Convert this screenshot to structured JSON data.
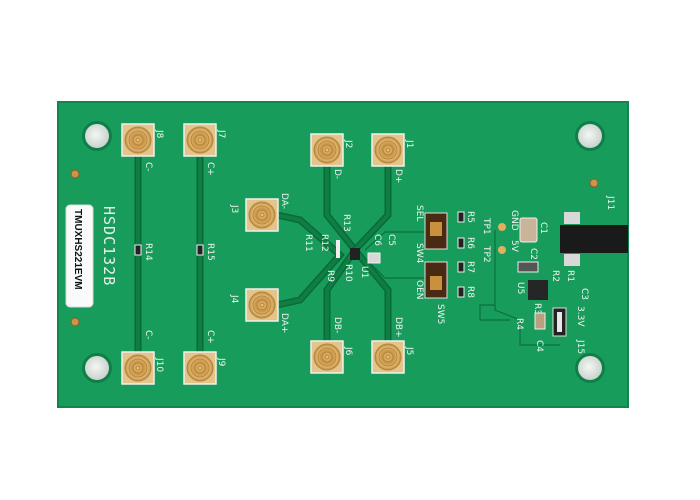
{
  "board": {
    "name_label": "TMUXHS221EVM",
    "part_number": "HSDC132B",
    "colors": {
      "pcb": "#179c5b",
      "gold": "#d6a85a",
      "silk": "#f2f5f2"
    }
  },
  "connectors": [
    {
      "ref": "J8",
      "net": "C-"
    },
    {
      "ref": "J7",
      "net": "C+"
    },
    {
      "ref": "J2",
      "net": "D-"
    },
    {
      "ref": "J1",
      "net": "D+"
    },
    {
      "ref": "J3",
      "net": "DA-"
    },
    {
      "ref": "J4",
      "net": "DA+"
    },
    {
      "ref": "J10",
      "net": "C-"
    },
    {
      "ref": "J9",
      "net": "C+"
    },
    {
      "ref": "J6",
      "net": "DB-"
    },
    {
      "ref": "J5",
      "net": "DB+"
    }
  ],
  "components": {
    "r14": "R14",
    "r15": "R15",
    "r13": "R13",
    "r12": "R12",
    "r11": "R11",
    "r10": "R10",
    "r9": "R9",
    "c5": "C5",
    "c6": "C6",
    "u1": "U1",
    "r5": "R5",
    "r6": "R6",
    "r7": "R7",
    "r8": "R8",
    "sw4": "SW4",
    "sw4_func": "SEL",
    "sw5": "SW5",
    "sw5_func": "OEN",
    "tp1": "TP1",
    "tp1_net": "GND",
    "tp2": "TP2",
    "tp2_net": "5V",
    "c1": "C1",
    "c2": "C2",
    "c3": "C3",
    "c4": "C4",
    "j11": "J11",
    "u5": "U5",
    "r1": "R1",
    "r2": "R2",
    "r3": "R3",
    "r4": "R4",
    "j15": "J15",
    "j15_net": "3.3V"
  }
}
